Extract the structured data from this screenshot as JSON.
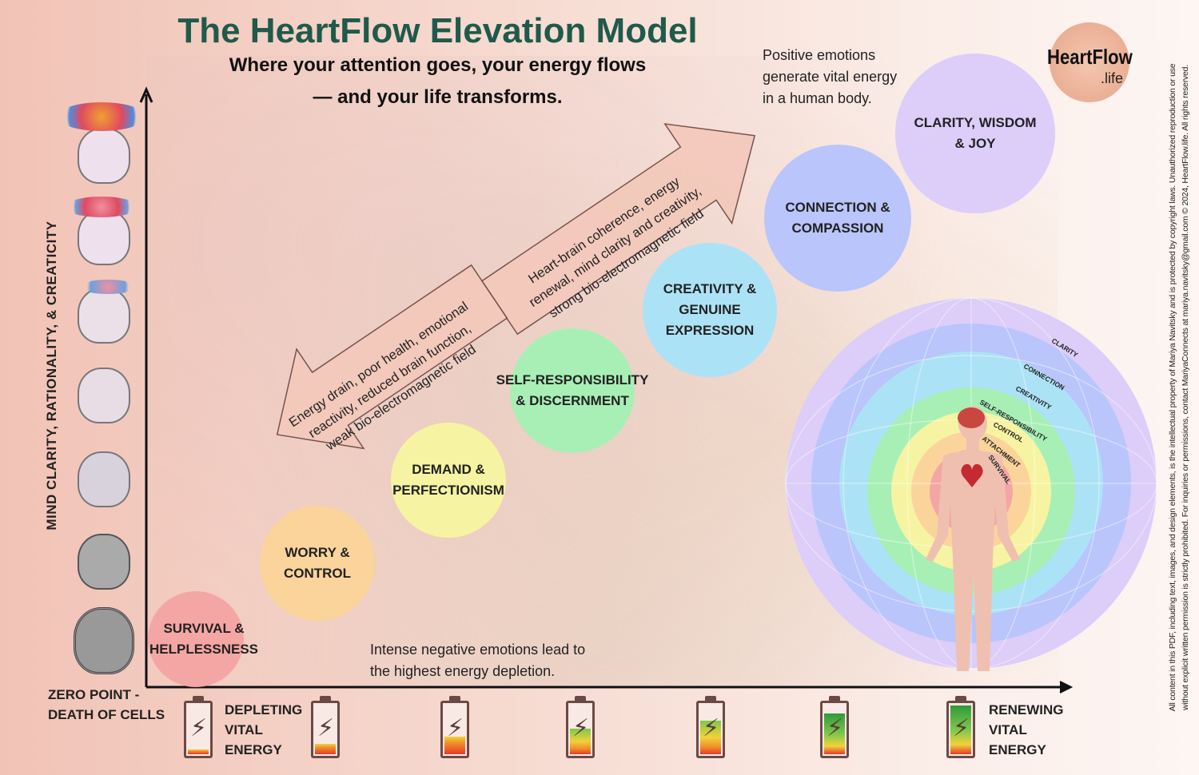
{
  "title": "The HeartFlow Elevation Model",
  "subtitle": [
    "Where your attention goes, your energy flows",
    "— and your life transforms."
  ],
  "y_axis_label": "MIND CLARITY, RATIONALITY, & CREATICITY",
  "zero_point": [
    "ZERO POINT -",
    "DEATH OF CELLS"
  ],
  "depleting": [
    "DEPLETING",
    "VITAL",
    "ENERGY"
  ],
  "renewing": [
    "RENEWING",
    "VITAL",
    "ENERGY"
  ],
  "levels": [
    {
      "label": [
        "SURVIVAL &",
        "HELPLESSNESS"
      ],
      "color": "#f4a6a4"
    },
    {
      "label": [
        "WORRY &",
        "CONTROL"
      ],
      "color": "#fbd49c"
    },
    {
      "label": [
        "DEMAND &",
        "PERFECTIONISM"
      ],
      "color": "#f6f4a2"
    },
    {
      "label": [
        "SELF-RESPONSIBILITY",
        "& DISCERNMENT"
      ],
      "color": "#a8efb6"
    },
    {
      "label": [
        "CREATIVITY &",
        "GENUINE",
        "EXPRESSION"
      ],
      "color": "#ace2f6"
    },
    {
      "label": [
        "CONNECTION &",
        "COMPASSION"
      ],
      "color": "#b9c5fb"
    },
    {
      "label": [
        "CLARITY, WISDOM",
        "& JOY"
      ],
      "color": "#dccdf9"
    }
  ],
  "arrow_up_text": [
    "Heart-brain coherence, energy",
    "renewal, mind clarity and creativity,",
    "strong bio-electromagnetic field"
  ],
  "arrow_down_text": [
    "Energy drain, poor health, emotional",
    "reactivity, reduced brain function,",
    "weak bio-electromagnetic field"
  ],
  "note_positive": [
    "Positive emotions",
    "generate vital energy",
    "in a human body."
  ],
  "note_negative": [
    "Intense negative emotions lead to",
    "the highest energy depletion."
  ],
  "ring_labels": [
    "CLARITY",
    "CONNECTION",
    "CREATIVITY",
    "SELF-RESPONSIBILITY",
    "CONTROL",
    "ATTACHMENT",
    "SURVIVAL"
  ],
  "ring_colors": [
    "#dccdf9",
    "#b9c5fb",
    "#ace2f6",
    "#a8efb6",
    "#f6f4a2",
    "#fbd49c",
    "#f4a6a4"
  ],
  "battery_levels": [
    0.1,
    0.2,
    0.35,
    0.5,
    0.65,
    0.8,
    0.95
  ],
  "logo": {
    "name": "HeartFlow",
    "suffix": ".life"
  },
  "copyright": [
    "All content in this PDF, including text, images, and design elements, is the intellectual property of Mariya Navitsky  and is protected by copyright laws. Unauthorized reproduction or use",
    "without explicit written permission is strictly prohibited. For inquiries or permissions, contact MariyaConnects at mariya.navitsky@gmail.com © 2024, HeartFlow.life. All rights reserved."
  ]
}
